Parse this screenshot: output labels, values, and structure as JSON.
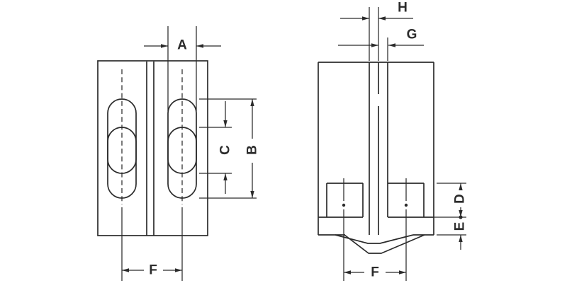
{
  "drawing": {
    "type": "engineering-drawing",
    "background": "#ffffff",
    "line_color": "#2b2b2b",
    "views": [
      {
        "id": "front-view",
        "dimension_labels": [
          "A",
          "B",
          "C",
          "F"
        ]
      },
      {
        "id": "side-view",
        "dimension_labels": [
          "H",
          "G",
          "D",
          "E",
          "F"
        ]
      }
    ],
    "labels": {
      "A": "A",
      "B": "B",
      "C": "C",
      "D": "D",
      "E": "E",
      "F_front": "F",
      "F_side": "F",
      "G": "G",
      "H": "H"
    }
  }
}
